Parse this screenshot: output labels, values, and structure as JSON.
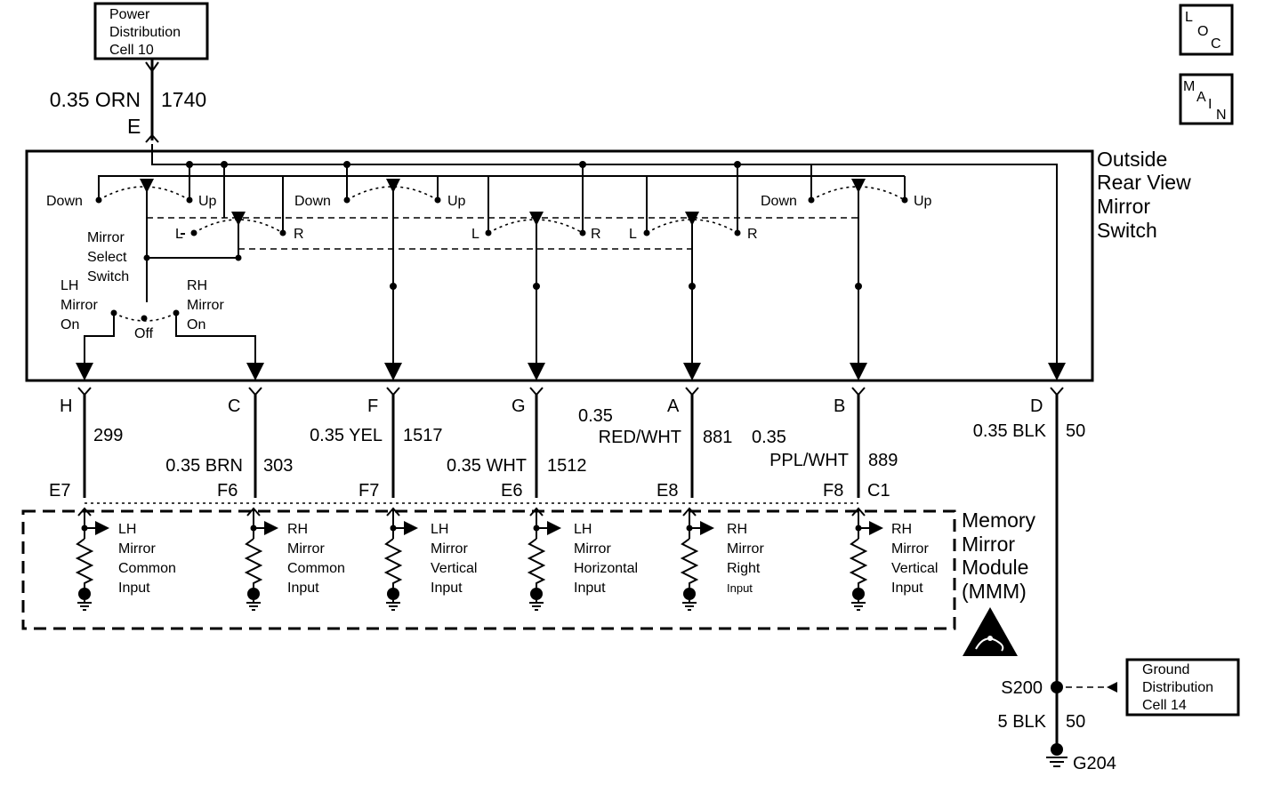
{
  "power_ref": {
    "line1": "Power",
    "line2": "Distribution",
    "line3": "Cell 10"
  },
  "ground_ref": {
    "line1": "Ground",
    "line2": "Distribution",
    "line3": "Cell 14"
  },
  "legend_icons": {
    "loc": [
      "L",
      "O",
      "C"
    ],
    "main": [
      "M",
      "A",
      "I",
      "N"
    ]
  },
  "feed_wire": {
    "gauge_color": "0.35 ORN",
    "circuit": "1740",
    "pin": "E"
  },
  "switch": {
    "title": [
      "Outside",
      "Rear View",
      "Mirror",
      "Switch"
    ],
    "down": "Down",
    "up": "Up",
    "l": "L",
    "r": "R",
    "select_label": [
      "Mirror",
      "Select",
      "Switch"
    ],
    "lh_mirror_on": [
      "LH",
      "Mirror",
      "On"
    ],
    "rh_mirror_on": [
      "RH",
      "Mirror",
      "On"
    ],
    "off": "Off"
  },
  "pins": [
    "H",
    "C",
    "F",
    "G",
    "A",
    "B",
    "D"
  ],
  "wires": {
    "h": {
      "circuit": "299"
    },
    "c": {
      "gauge_color": "0.35 BRN",
      "circuit": "303"
    },
    "f": {
      "gauge_color": "0.35 YEL",
      "circuit": "1517"
    },
    "g": {
      "gauge_color": "0.35 WHT",
      "circuit": "1512"
    },
    "a": {
      "gauge": "0.35",
      "color": "RED/WHT",
      "circuit": "881"
    },
    "b": {
      "gauge": "0.35",
      "color": "PPL/WHT",
      "circuit": "889"
    },
    "d": {
      "gauge_color": "0.35 BLK",
      "circuit": "50"
    }
  },
  "mmm_pins": [
    "E7",
    "F6",
    "F7",
    "E6",
    "E8",
    "F8",
    "C1"
  ],
  "module": {
    "title": [
      "Memory",
      "Mirror",
      "Module",
      "(MMM)"
    ],
    "inputs": [
      [
        "LH",
        "Mirror",
        "Common",
        "Input"
      ],
      [
        "RH",
        "Mirror",
        "Common",
        "Input"
      ],
      [
        "LH",
        "Mirror",
        "Vertical",
        "Input"
      ],
      [
        "LH",
        "Mirror",
        "Horizontal",
        "Input"
      ],
      [
        "RH",
        "Mirror",
        "Right",
        "Input"
      ],
      [
        "RH",
        "Mirror",
        "Vertical",
        "Input"
      ]
    ]
  },
  "splice": {
    "name": "S200",
    "gauge_color": "5 BLK",
    "circuit": "50"
  },
  "ground": {
    "name": "G204"
  }
}
